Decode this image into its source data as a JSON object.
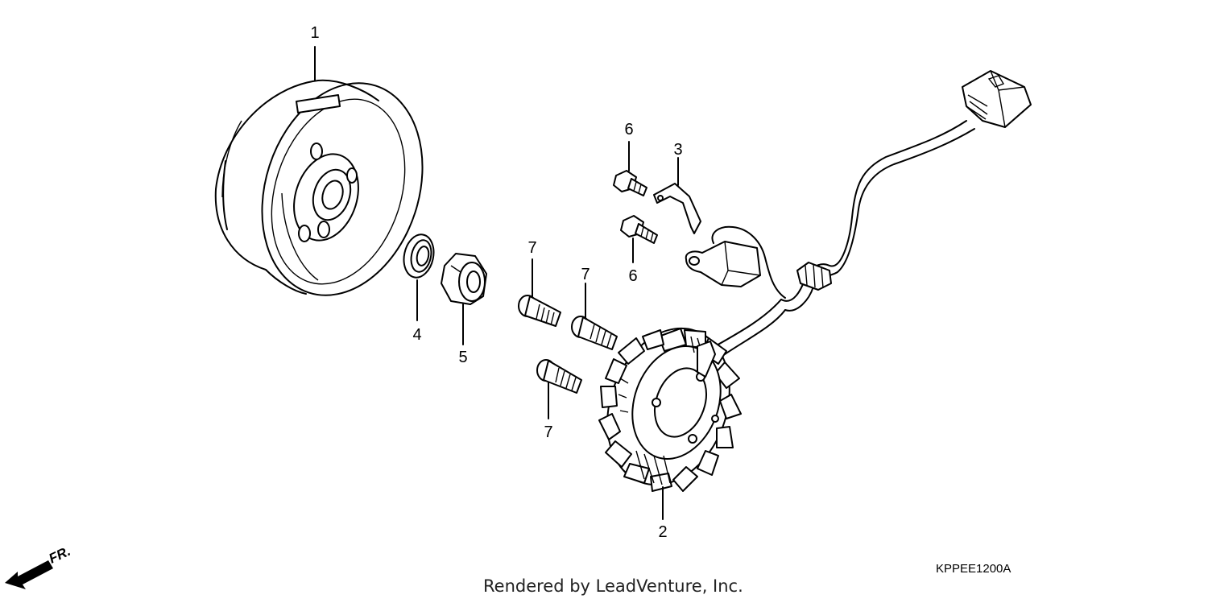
{
  "diagram": {
    "callouts": [
      {
        "id": "1",
        "label": "1"
      },
      {
        "id": "2",
        "label": "2"
      },
      {
        "id": "3",
        "label": "3"
      },
      {
        "id": "4",
        "label": "4"
      },
      {
        "id": "5",
        "label": "5"
      },
      {
        "id": "6a",
        "label": "6"
      },
      {
        "id": "6b",
        "label": "6"
      },
      {
        "id": "7a",
        "label": "7"
      },
      {
        "id": "7b",
        "label": "7"
      },
      {
        "id": "7c",
        "label": "7"
      }
    ],
    "front_indicator": "FR.",
    "drawing_code": "KPPEE1200A"
  },
  "footer": {
    "credit": "Rendered by LeadVenture, Inc."
  }
}
